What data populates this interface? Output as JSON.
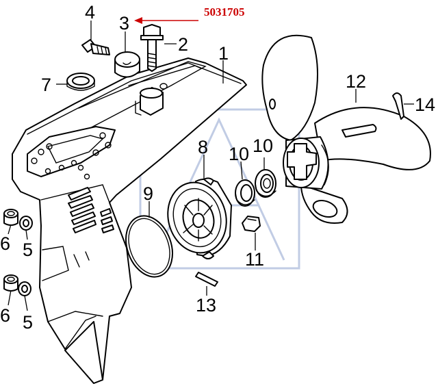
{
  "diagram": {
    "reference_number": "5031705",
    "colors": {
      "line": "#000000",
      "callout": "#cc0000",
      "watermark": "#4f6fb5",
      "background": "#ffffff"
    },
    "callouts": [
      {
        "id": "c1",
        "number": "1"
      },
      {
        "id": "c2",
        "number": "2"
      },
      {
        "id": "c3",
        "number": "3"
      },
      {
        "id": "c4",
        "number": "4"
      },
      {
        "id": "c5a",
        "number": "5"
      },
      {
        "id": "c5b",
        "number": "5"
      },
      {
        "id": "c6a",
        "number": "6"
      },
      {
        "id": "c6b",
        "number": "6"
      },
      {
        "id": "c7",
        "number": "7"
      },
      {
        "id": "c8",
        "number": "8"
      },
      {
        "id": "c9",
        "number": "9"
      },
      {
        "id": "c10a",
        "number": "10"
      },
      {
        "id": "c10b",
        "number": "10"
      },
      {
        "id": "c11",
        "number": "11"
      },
      {
        "id": "c12",
        "number": "12"
      },
      {
        "id": "c13",
        "number": "13"
      },
      {
        "id": "c14",
        "number": "14"
      }
    ]
  }
}
